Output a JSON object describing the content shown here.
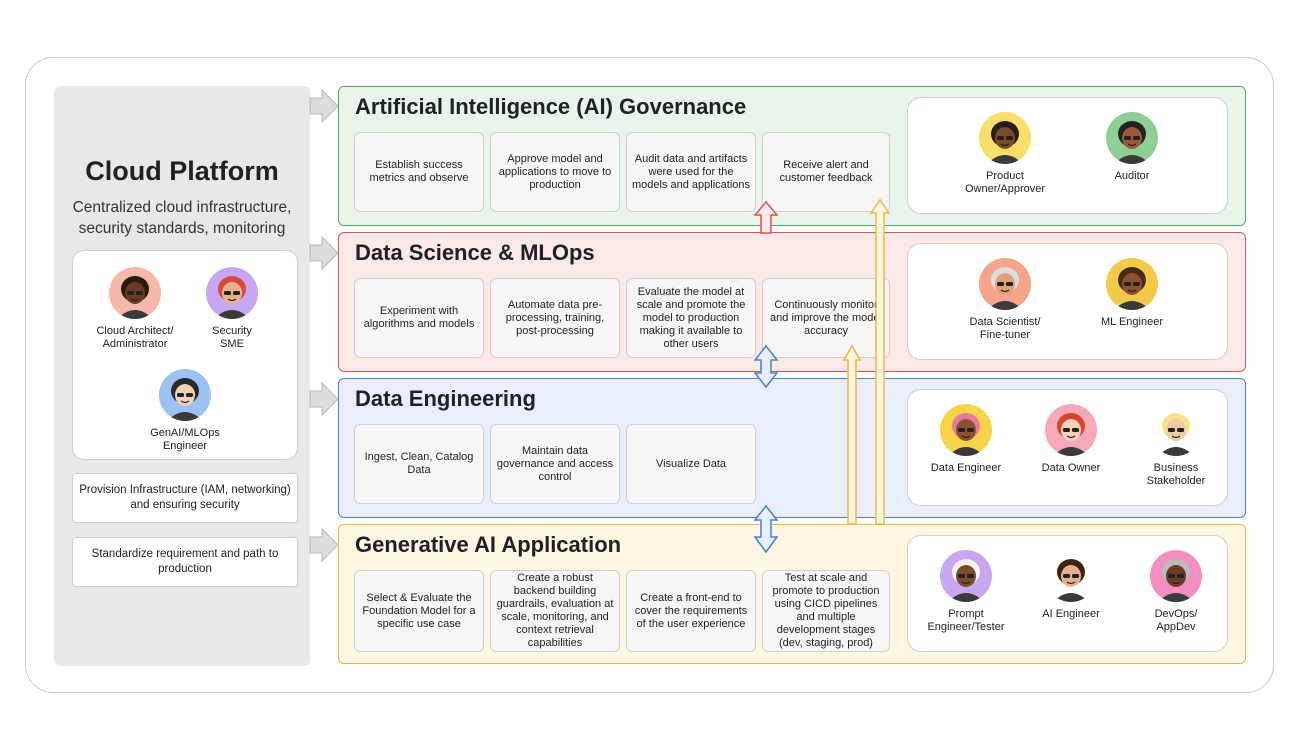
{
  "platform": {
    "title": "Cloud Platform",
    "subtitle": "Centralized cloud infrastructure, security standards, monitoring",
    "personas": [
      {
        "label": "Cloud Architect/\nAdministrator",
        "bg": "#f6b8a8",
        "skin": "#6b3b24",
        "hair": "#2b1a12"
      },
      {
        "label": "Security\nSME",
        "bg": "#c9a7f0",
        "skin": "#e9b48d",
        "hair": "#d94a3a"
      },
      {
        "label": "GenAI/MLOps\nEngineer",
        "bg": "#9cc2f2",
        "skin": "#f3d2b8",
        "hair": "#2a2a2a"
      }
    ],
    "notes": [
      "Provision Infrastructure (IAM, networking) and ensuring security",
      "Standardize requirement and path to production"
    ]
  },
  "sections": [
    {
      "title": "Artificial Intelligence (AI) Governance",
      "border": "#56a860",
      "fill": "#e8f4ea",
      "tasks": [
        "Establish success metrics and observe",
        "Approve model and applications to move to production",
        "Audit data and artifacts were used for the models and applications",
        "Receive alert and customer feedback"
      ],
      "personas": [
        {
          "label": "Product\nOwner/Approver",
          "bg": "#f7df6a",
          "skin": "#7a4a2a",
          "hair": "#2b1a12"
        },
        {
          "label": "Auditor",
          "bg": "#8fcf96",
          "skin": "#9a5a3a",
          "hair": "#222222"
        }
      ]
    },
    {
      "title": "Data Science & MLOps",
      "border": "#d9534f",
      "fill": "#fbe9e7",
      "tasks": [
        "Experiment with algorithms and models",
        "Automate data pre-processing, training, post-processing",
        "Evaluate the model at scale and promote the model to production making it available to other users",
        "Continuously monitor and improve the model accuracy"
      ],
      "personas": [
        {
          "label": "Data Scientist/\nFine-tuner",
          "bg": "#f4a58a",
          "skin": "#e0a078",
          "hair": "#dddddd"
        },
        {
          "label": "ML Engineer",
          "bg": "#f3c94a",
          "skin": "#8a5232",
          "hair": "#4a2a14"
        }
      ]
    },
    {
      "title": "Data Engineering",
      "border": "#4a7fd6",
      "fill": "#e8effb",
      "tasks": [
        "Ingest, Clean, Catalog Data",
        "Maintain data governance and access control",
        "Visualize Data"
      ],
      "personas": [
        {
          "label": "Data Engineer",
          "bg": "#f7d34a",
          "skin": "#8a5232",
          "hair": "#e77b9a"
        },
        {
          "label": "Data Owner",
          "bg": "#f7a8b8",
          "skin": "#f3d2b8",
          "hair": "#d5452e"
        },
        {
          "label": "Business\nStakeholder",
          "bg": "#ffffff",
          "skin": "#f0c8a8",
          "hair": "#f2e58a"
        }
      ]
    },
    {
      "title": "Generative AI Application",
      "border": "#e8b84a",
      "fill": "#fdf6e3",
      "tasks": [
        "Select & Evaluate the Foundation Model for a specific use case",
        "Create a robust backend building guardrails, evaluation at scale, monitoring, and context retrieval capabilities",
        "Create a front-end to cover the requirements of the user experience",
        "Test at scale and promote to production using CICD pipelines and multiple development stages (dev, staging, prod)"
      ],
      "personas": [
        {
          "label": "Prompt\nEngineer/Tester",
          "bg": "#c9a7f0",
          "skin": "#7a4a2a",
          "hair": "#f2f2f2"
        },
        {
          "label": "AI Engineer",
          "bg": "#ffffff",
          "skin": "#e6b08a",
          "hair": "#3a2416"
        },
        {
          "label": "DevOps/\nAppDev",
          "bg": "#f28fc0",
          "skin": "#6b3b24",
          "hair": "#bbbbbb"
        }
      ]
    }
  ]
}
